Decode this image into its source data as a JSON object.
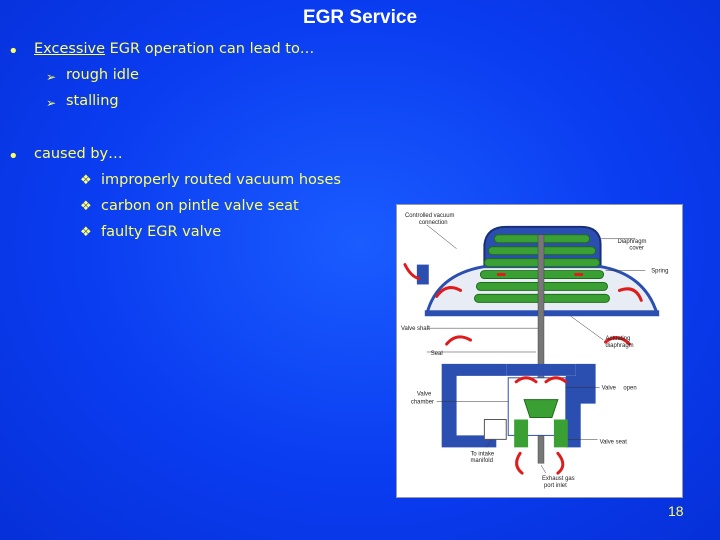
{
  "slide": {
    "title": "EGR Service",
    "bullet1": {
      "lead_underlined": "Excessive",
      "lead_rest": " EGR operation can lead to…",
      "items": [
        "rough idle",
        "stalling"
      ]
    },
    "bullet2": {
      "lead": "caused by…",
      "items": [
        "improperly routed vacuum hoses",
        "carbon on pintle valve seat",
        "faulty EGR valve"
      ]
    },
    "figure_labels": {
      "controlled_vacuum": "Controlled vacuum",
      "connection": "connection",
      "diaphragm": "Diaphragm",
      "cover": "cover",
      "spring": "Spring",
      "valve_shaft": "Valve shaft",
      "seal": "Seal",
      "actuating": "Actuating",
      "diaphragm2": "diaphragm",
      "valve_open": "Valve",
      "open": "open",
      "valve_chamber_1": "Valve",
      "valve_chamber_2": "chamber",
      "valve_seat": "Valve seat",
      "to_intake_1": "To intake",
      "to_intake_2": "manifold",
      "exhaust_1": "Exhaust gas",
      "exhaust_2": "port inlet"
    },
    "page_number": "18"
  }
}
